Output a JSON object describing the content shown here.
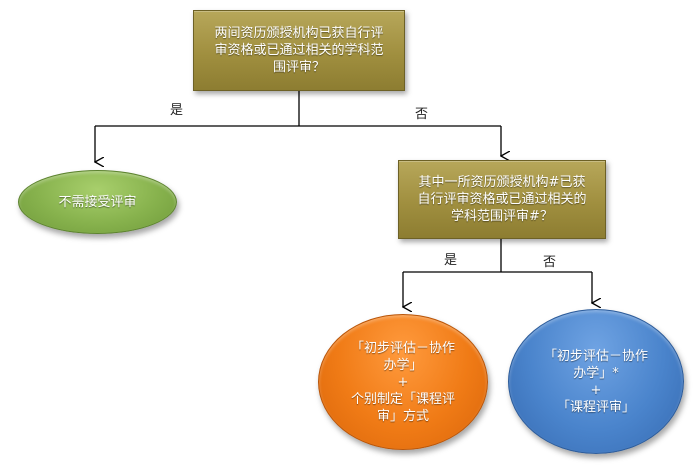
{
  "nodes": {
    "q1": {
      "lines": [
        "两间资历颁授机构已获自行评",
        "审资格或已通过相关的学科范",
        "围评审？"
      ]
    },
    "q2": {
      "lines": [
        "其中一所资历颁授机构#已获",
        "自行评审资格或已通过相关的",
        "学科范围评审#？"
      ]
    },
    "result_green": {
      "lines": [
        "不需接受评审"
      ]
    },
    "result_orange": {
      "lines": [
        "「初步评估－协作",
        "办学」",
        "+",
        "个别制定「课程评",
        "审」方式"
      ]
    },
    "result_blue": {
      "lines": [
        "「初步评估－协作",
        "办学」*",
        "+",
        "「课程评审」"
      ]
    }
  },
  "branches": {
    "q1_yes": "是",
    "q1_no": "否",
    "q2_yes": "是",
    "q2_no": "否"
  },
  "colors": {
    "question_box": "#a08f3f",
    "green": "#87b24d",
    "orange": "#f07b16",
    "blue": "#4a84cc",
    "connector": "#000000"
  }
}
